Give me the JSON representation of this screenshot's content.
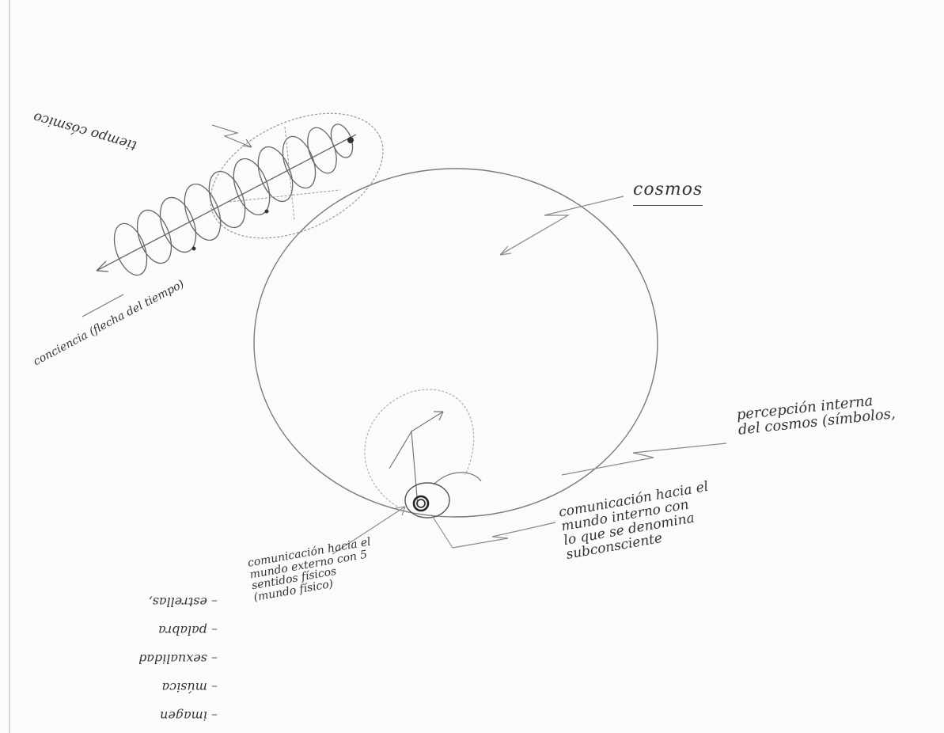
{
  "labels": {
    "cosmos": "cosmos",
    "tiempo": "tiempo cósmico",
    "conciencia": "conciencia (flecha del tiempo)",
    "percepcion": [
      "percepción interna",
      "del cosmos (símbolos,"
    ],
    "interno": [
      "comunicación hacia el",
      "mundo interno con",
      "lo que se denomina",
      "subconsciente"
    ],
    "externo": [
      "comunicación hacia el",
      "mundo externo con 5",
      "sentidos físicos",
      "(mundo físico)"
    ],
    "senses": [
      "imagen",
      "música",
      "sexualidad",
      "palabra",
      "estrellas,"
    ]
  }
}
